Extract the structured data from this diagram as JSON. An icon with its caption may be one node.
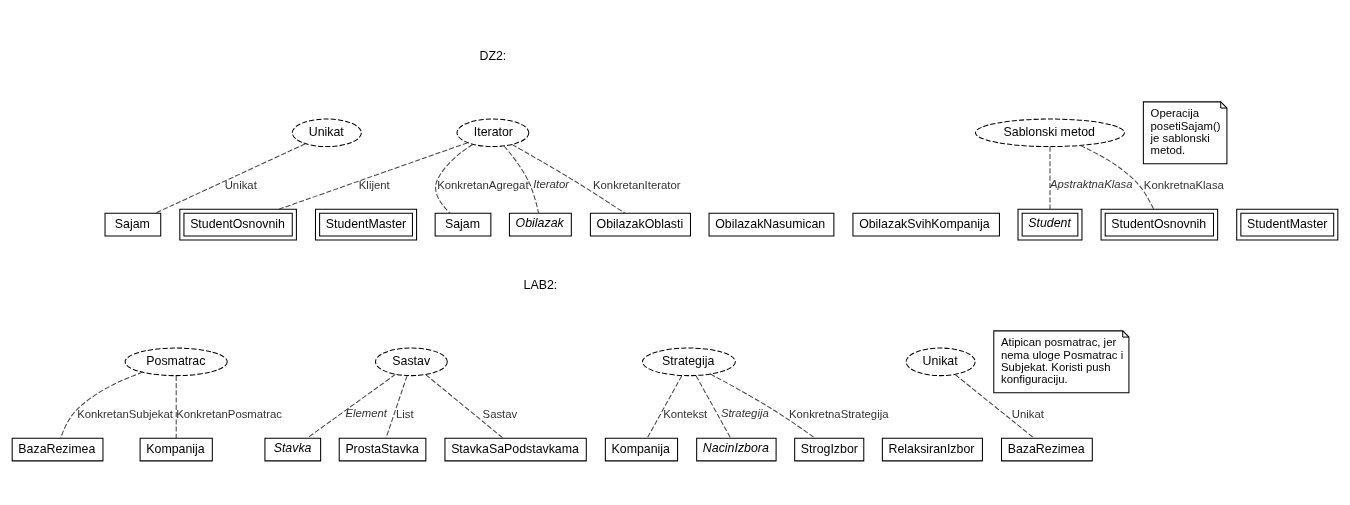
{
  "diagram": {
    "nodes": [
      {
        "text": [
          "Unikat"
        ]
      },
      {
        "text": [
          "Sajam"
        ]
      },
      {
        "text": [
          "StudentOsnovnih"
        ]
      },
      {
        "text": [
          "StudentMaster"
        ]
      },
      {
        "text": [
          "Iterator"
        ]
      },
      {
        "text": [
          "Sajam"
        ]
      },
      {
        "text": [
          "Obilazak"
        ]
      },
      {
        "text": [
          "ObilazakOblasti"
        ]
      },
      {
        "text": [
          "ObilazakNasumican"
        ]
      },
      {
        "text": [
          "ObilazakSvihKompanija"
        ]
      },
      {
        "text": [
          "Operacija posetiSajam() je sablonski metod."
        ]
      },
      {
        "text": [
          "Sablonski metod"
        ]
      },
      {
        "text": [
          "Student"
        ]
      },
      {
        "text": [
          "StudentOsnovnih"
        ]
      },
      {
        "text": [
          "StudentMaster"
        ]
      },
      {
        "text": [
          "Atipican posmatrac, jer nema uloge Posmatrac i Subjekat. Koristi push konfiguraciju."
        ]
      },
      {
        "text": [
          "Posmatrac"
        ]
      },
      {
        "text": [
          "BazaRezimea"
        ]
      },
      {
        "text": [
          "Kompanija"
        ]
      },
      {
        "text": [
          "Stavka"
        ]
      },
      {
        "text": [
          "ProstaStavka"
        ]
      },
      {
        "text": [
          "StavkaSaPodstavkama"
        ]
      },
      {
        "text": [
          "Sastav"
        ]
      },
      {
        "text": [
          "Kompanija"
        ]
      },
      {
        "text": [
          "NacinIzbora"
        ]
      },
      {
        "text": [
          "Strategija"
        ]
      },
      {
        "text": [
          "StrogIzbor"
        ]
      },
      {
        "text": [
          "RelaksiranIzbor"
        ]
      },
      {
        "text": [
          "Unikat"
        ]
      },
      {
        "text": [
          "BazaRezimea"
        ]
      }
    ],
    "edges": [
      {
        "from": 0,
        "to": 1,
        "arrow": "none",
        "style": "dashed",
        "label": "Unikat"
      },
      {
        "from": 4,
        "to": 2,
        "arrow": "none",
        "style": "dashed",
        "label": "Klijent"
      },
      {
        "from": 4,
        "to": 5,
        "arrow": "none",
        "style": "dashed",
        "label": "KonkretanAgregat"
      },
      {
        "from": 4,
        "to": 6,
        "arrow": "none",
        "style": "dashed",
        "label": "Iterator"
      },
      {
        "from": 4,
        "to": 7,
        "arrow": "none",
        "style": "dashed",
        "label": "KonkretanIterator"
      },
      {
        "from": 11,
        "to": 12,
        "arrow": "none",
        "style": "dashed",
        "label": "ApstraktnaKlasa"
      },
      {
        "from": 11,
        "to": 13,
        "arrow": "none",
        "style": "dashed",
        "label": "KonkretnaKlasa"
      },
      {
        "from": 16,
        "to": 17,
        "arrow": "none",
        "style": "dashed",
        "label": "KonkretanSubjekat"
      },
      {
        "from": 16,
        "to": 18,
        "arrow": "none",
        "style": "dashed",
        "label": "KonkretanPosmatrac"
      },
      {
        "from": 22,
        "to": 19,
        "arrow": "none",
        "style": "dashed",
        "label": "Element"
      },
      {
        "from": 22,
        "to": 20,
        "arrow": "none",
        "style": "dashed",
        "label": "List"
      },
      {
        "from": 22,
        "to": 21,
        "arrow": "none",
        "style": "dashed",
        "label": "Sastav"
      },
      {
        "from": 25,
        "to": 23,
        "arrow": "none",
        "style": "dashed",
        "label": "Kontekst"
      },
      {
        "from": 25,
        "to": 24,
        "arrow": "none",
        "style": "dashed",
        "label": "Strategija"
      },
      {
        "from": 25,
        "to": 26,
        "arrow": "none",
        "style": "dashed",
        "label": "KonkretnaStrategija"
      },
      {
        "from": 28,
        "to": 29,
        "arrow": "none",
        "style": "dashed",
        "label": "Unikat"
      }
    ],
    "labels": [
      "DZ2:",
      "LAB2:"
    ]
  }
}
